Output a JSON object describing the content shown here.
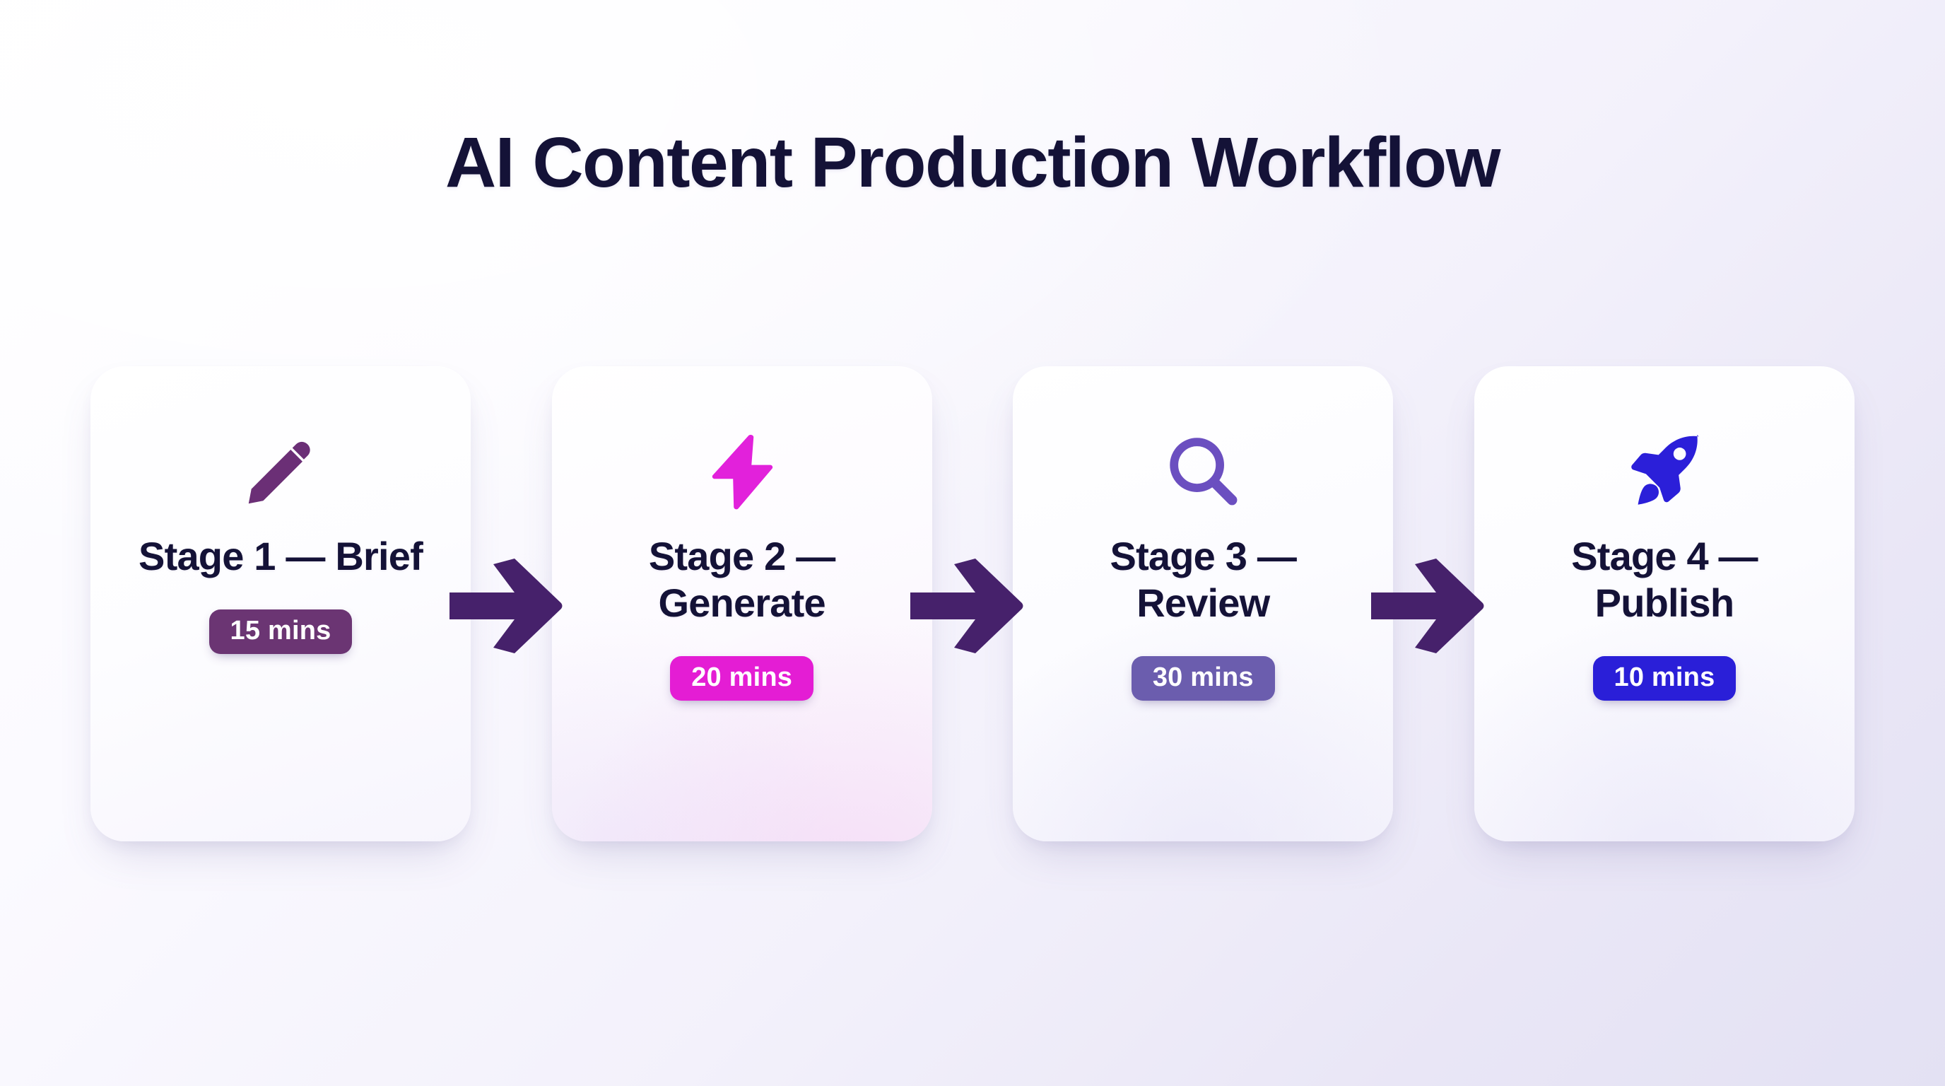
{
  "header": {
    "title": "AI Content Production Workflow",
    "title_color": "#141237"
  },
  "theme": {
    "background_from": "#fefeff",
    "background_to": "#e3e1f3",
    "card_background": "#ffffff",
    "arrow_color": "#46216B",
    "text_color": "#141237"
  },
  "flow": {
    "arrow_icon_name": "arrow-right-icon",
    "arrows": [
      {
        "label": "arrow-stage-1-to-2"
      },
      {
        "label": "arrow-stage-2-to-3"
      },
      {
        "label": "arrow-stage-3-to-4"
      }
    ],
    "stages": [
      {
        "label": "Stage 1 — Brief",
        "duration": "15 mins",
        "icon": "pencil-icon",
        "icon_color": "#6B2F76",
        "badge_color": "#6B3573",
        "badge_text_color": "#ffffff"
      },
      {
        "label": "Stage 2 — Generate",
        "duration": "20 mins",
        "icon": "lightning-bolt-icon",
        "icon_color": "#E221DB",
        "badge_color": "#E41DD4",
        "badge_text_color": "#ffffff"
      },
      {
        "label": "Stage 3 — Review",
        "duration": "30 mins",
        "icon": "magnifying-glass-icon",
        "icon_color": "#6B4FC0",
        "badge_color": "#6B5DAE",
        "badge_text_color": "#ffffff"
      },
      {
        "label": "Stage 4 — Publish",
        "duration": "10 mins",
        "icon": "rocket-icon",
        "icon_color": "#2B1FD9",
        "badge_color": "#2A1FD8",
        "badge_text_color": "#ffffff"
      }
    ]
  }
}
